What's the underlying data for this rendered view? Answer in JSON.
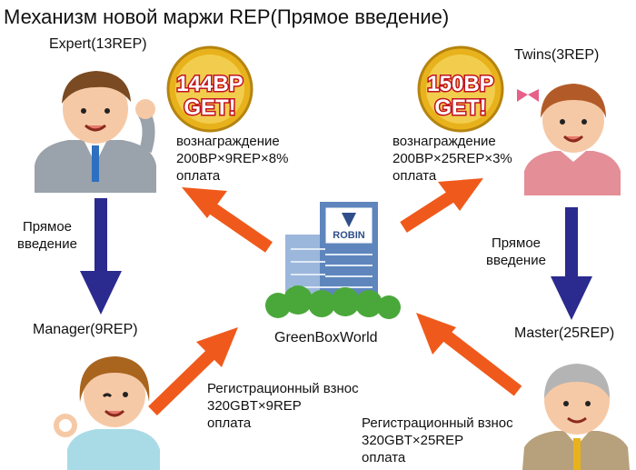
{
  "title": "Механизм новой маржи REP(Прямое введение)",
  "nodes": {
    "expert": "Expert(13REP)",
    "twins": "Twins(3REP)",
    "manager": "Manager(9REP)",
    "master": "Master(25REP)",
    "company": "GreenBoxWorld"
  },
  "building_logo": "ROBIN",
  "badges": {
    "left": {
      "line1": "144BP",
      "line2": "GET!"
    },
    "right": {
      "line1": "150BP",
      "line2": "GET!"
    }
  },
  "rewards": {
    "left": {
      "line1": "вознаграждение",
      "line2": "200BP×9REP×8%",
      "line3": "оплата"
    },
    "right": {
      "line1": "вознаграждение",
      "line2": "200BP×25REP×3%",
      "line3": "оплата"
    }
  },
  "direct_intro": {
    "left": {
      "line1": "Прямое",
      "line2": "введение"
    },
    "right": {
      "line1": "Прямое",
      "line2": "введение"
    }
  },
  "fees": {
    "left": {
      "line1": "Регистрационный взнос",
      "line2": "320GBT×9REP",
      "line3": "оплата"
    },
    "right": {
      "line1": "Регистрационный взнос",
      "line2": "320GBT×25REP",
      "line3": "оплата"
    }
  },
  "colors": {
    "orange_arrow": "#ef5a1c",
    "blue_arrow": "#2b2a8e",
    "badge_red": "#c1121f",
    "badge_gold": "#e8b21c",
    "building_blue": "#5e86bd",
    "tree_green": "#4aa83a"
  }
}
